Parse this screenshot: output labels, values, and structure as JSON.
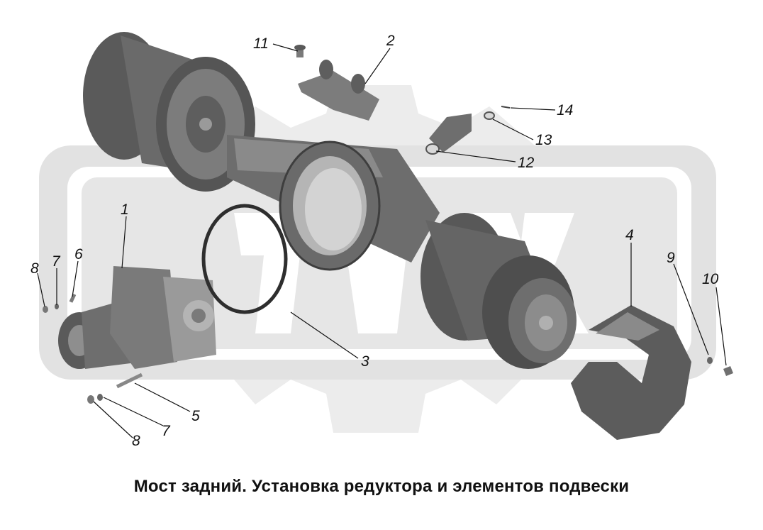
{
  "caption": "Мост задний. Установка редуктора и элементов подвески",
  "callouts": {
    "c1": "1",
    "c2": "2",
    "c3": "3",
    "c4": "4",
    "c5": "5",
    "c6": "6",
    "c7a": "7",
    "c7b": "7",
    "c8a": "8",
    "c8b": "8",
    "c9": "9",
    "c10": "10",
    "c11": "11",
    "c12": "12",
    "c13": "13",
    "c14": "14"
  },
  "colors": {
    "watermark": "#e4e4e4",
    "part_dark": "#4a4a4a",
    "part_mid": "#6e6e6e",
    "part_light": "#9a9a9a",
    "leader": "#111111"
  }
}
